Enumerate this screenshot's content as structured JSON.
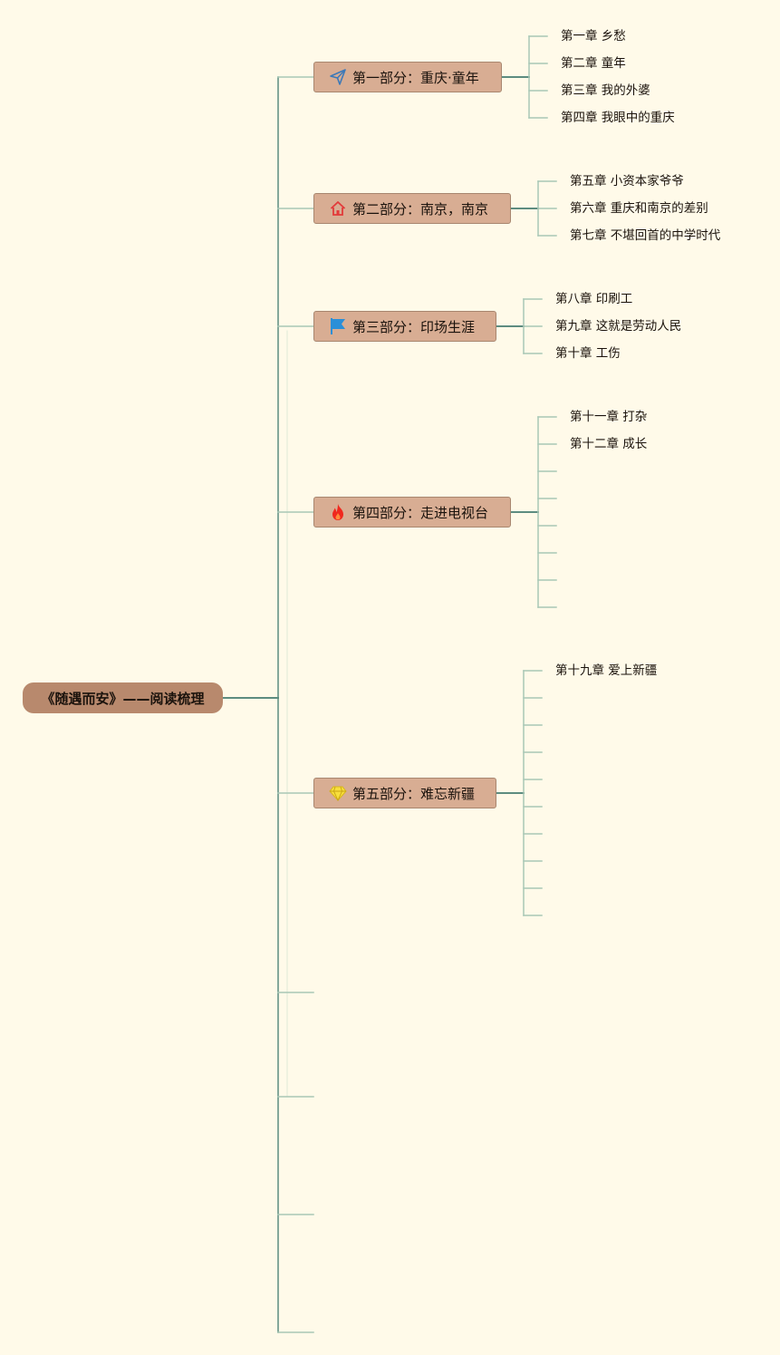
{
  "root": {
    "title": "《随遇而安》——阅读梳理"
  },
  "parts": [
    {
      "title": "第一部分：重庆·童年",
      "icon": "paper-plane-icon",
      "chapters": [
        "第一章 乡愁",
        "第二章 童年",
        "第三章 我的外婆",
        "第四章 我眼中的重庆"
      ]
    },
    {
      "title": "第二部分：南京，南京",
      "icon": "house-icon",
      "chapters": [
        "第五章 小资本家爷爷",
        "第六章 重庆和南京的差别",
        "第七章 不堪回首的中学时代"
      ]
    },
    {
      "title": "第三部分：印场生涯",
      "icon": "flag-icon",
      "chapters": [
        "第八章 印刷工",
        "第九章 这就是劳动人民",
        "第十章 工伤"
      ]
    },
    {
      "title": "第四部分：走进电视台",
      "icon": "flame-icon",
      "chapters": [
        "第十一章 打杂",
        "第十二章 成长"
      ]
    },
    {
      "title": "第五部分：难忘新疆",
      "icon": "diamond-icon",
      "chapters": [
        "第十九章 爱上新疆"
      ]
    }
  ],
  "colors": {
    "background": "#fffae9",
    "root_node": "#b8896d",
    "part_node": "#d8ad93",
    "connector": "#5d8c80",
    "connector_light": "#a9c8b6"
  }
}
